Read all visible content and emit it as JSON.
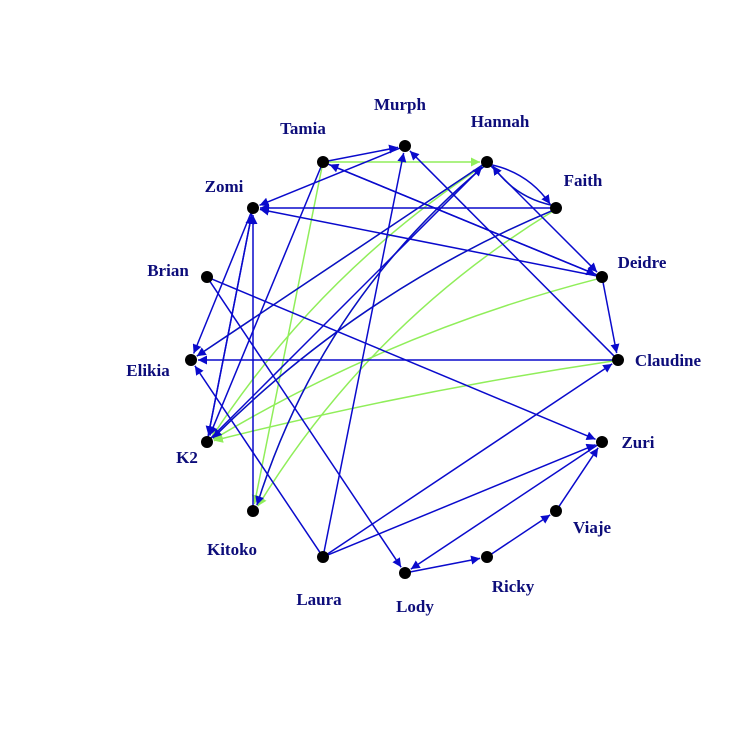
{
  "colors": {
    "blue_edge": "#0a0acc",
    "green_edge": "#90ee5a",
    "label": "#0d0d7a",
    "node": "#000000"
  },
  "nodes": [
    {
      "id": "Murph"
    },
    {
      "id": "Hannah"
    },
    {
      "id": "Faith"
    },
    {
      "id": "Deidre"
    },
    {
      "id": "Claudine"
    },
    {
      "id": "Zuri"
    },
    {
      "id": "Viaje"
    },
    {
      "id": "Ricky"
    },
    {
      "id": "Lody"
    },
    {
      "id": "Laura"
    },
    {
      "id": "Kitoko"
    },
    {
      "id": "K2"
    },
    {
      "id": "Elikia"
    },
    {
      "id": "Brian"
    },
    {
      "id": "Zomi"
    },
    {
      "id": "Tamia"
    }
  ],
  "edges": [
    {
      "from": "Tamia",
      "to": "Hannah",
      "color": "green"
    },
    {
      "from": "Tamia",
      "to": "Kitoko",
      "color": "green"
    },
    {
      "from": "Hannah",
      "to": "K2",
      "color": "green"
    },
    {
      "from": "Hannah",
      "to": "Kitoko",
      "color": "green"
    },
    {
      "from": "Hannah",
      "to": "Elikia",
      "color": "green"
    },
    {
      "from": "Faith",
      "to": "Hannah",
      "color": "green"
    },
    {
      "from": "Faith",
      "to": "K2",
      "color": "green"
    },
    {
      "from": "Faith",
      "to": "Kitoko",
      "color": "green"
    },
    {
      "from": "Deidre",
      "to": "K2",
      "color": "green"
    },
    {
      "from": "Claudine",
      "to": "K2",
      "color": "green"
    },
    {
      "from": "Laura",
      "to": "Murph",
      "color": "blue"
    },
    {
      "from": "Laura",
      "to": "Claudine",
      "color": "blue"
    },
    {
      "from": "Laura",
      "to": "Zuri",
      "color": "blue"
    },
    {
      "from": "Laura",
      "to": "Elikia",
      "color": "blue"
    },
    {
      "from": "Tamia",
      "to": "Murph",
      "color": "blue"
    },
    {
      "from": "Tamia",
      "to": "Deidre",
      "color": "blue"
    },
    {
      "from": "Tamia",
      "to": "K2",
      "color": "blue"
    },
    {
      "from": "Murph",
      "to": "Zomi",
      "color": "blue"
    },
    {
      "from": "Hannah",
      "to": "Faith",
      "color": "blue"
    },
    {
      "from": "Faith",
      "to": "Hannah",
      "color": "blue"
    },
    {
      "from": "Hannah",
      "to": "Deidre",
      "color": "blue"
    },
    {
      "from": "Hannah",
      "to": "Elikia",
      "color": "blue"
    },
    {
      "from": "Hannah",
      "to": "Kitoko",
      "color": "blue"
    },
    {
      "from": "Faith",
      "to": "Zomi",
      "color": "blue"
    },
    {
      "from": "Faith",
      "to": "K2",
      "color": "blue"
    },
    {
      "from": "Deidre",
      "to": "Claudine",
      "color": "blue"
    },
    {
      "from": "Deidre",
      "to": "Tamia",
      "color": "blue"
    },
    {
      "from": "Deidre",
      "to": "Zomi",
      "color": "blue"
    },
    {
      "from": "Claudine",
      "to": "Murph",
      "color": "blue"
    },
    {
      "from": "Claudine",
      "to": "Elikia",
      "color": "blue"
    },
    {
      "from": "Zomi",
      "to": "Elikia",
      "color": "blue"
    },
    {
      "from": "Zomi",
      "to": "K2",
      "color": "blue"
    },
    {
      "from": "K2",
      "to": "Hannah",
      "color": "blue"
    },
    {
      "from": "K2",
      "to": "Zomi",
      "color": "blue"
    },
    {
      "from": "Kitoko",
      "to": "Zomi",
      "color": "blue"
    },
    {
      "from": "Brian",
      "to": "Zuri",
      "color": "blue"
    },
    {
      "from": "Brian",
      "to": "Lody",
      "color": "blue"
    },
    {
      "from": "Zuri",
      "to": "Lody",
      "color": "blue"
    },
    {
      "from": "Lody",
      "to": "Ricky",
      "color": "blue"
    },
    {
      "from": "Ricky",
      "to": "Viaje",
      "color": "blue"
    },
    {
      "from": "Viaje",
      "to": "Zuri",
      "color": "blue"
    }
  ]
}
